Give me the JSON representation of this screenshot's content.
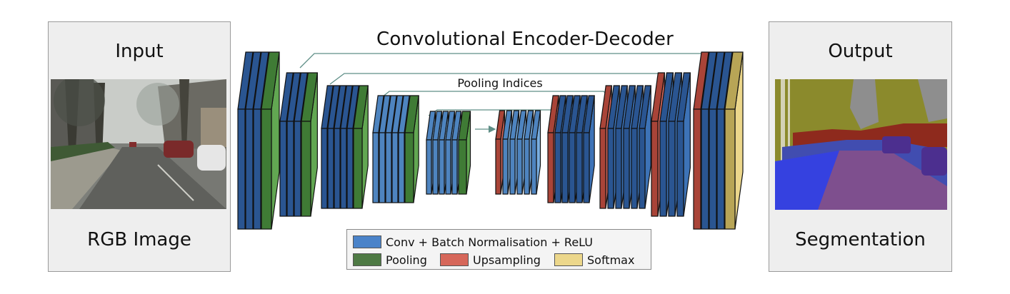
{
  "input_panel": {
    "title": "Input",
    "subtitle": "RGB Image",
    "image_icon": "street-scene-photo"
  },
  "output_panel": {
    "title": "Output",
    "subtitle": "Segmentation",
    "image_icon": "segmentation-map"
  },
  "network": {
    "title": "Convolutional Encoder-Decoder",
    "skip_label": "Pooling Indices"
  },
  "legend": {
    "items": [
      {
        "label": "Conv + Batch Normalisation + ReLU",
        "color": "#4a83c9"
      },
      {
        "label": "Pooling",
        "color": "#4e7a44"
      },
      {
        "label": "Upsampling",
        "color": "#d6675a"
      },
      {
        "label": "Softmax",
        "color": "#ecd78b"
      }
    ]
  },
  "colors": {
    "conv_dark": "#3d73b7",
    "conv_light": "#7aaee0",
    "pool": "#62a752",
    "upsample": "#d6675a",
    "softmax": "#ecd78b",
    "arrow": "#5f8f87"
  }
}
